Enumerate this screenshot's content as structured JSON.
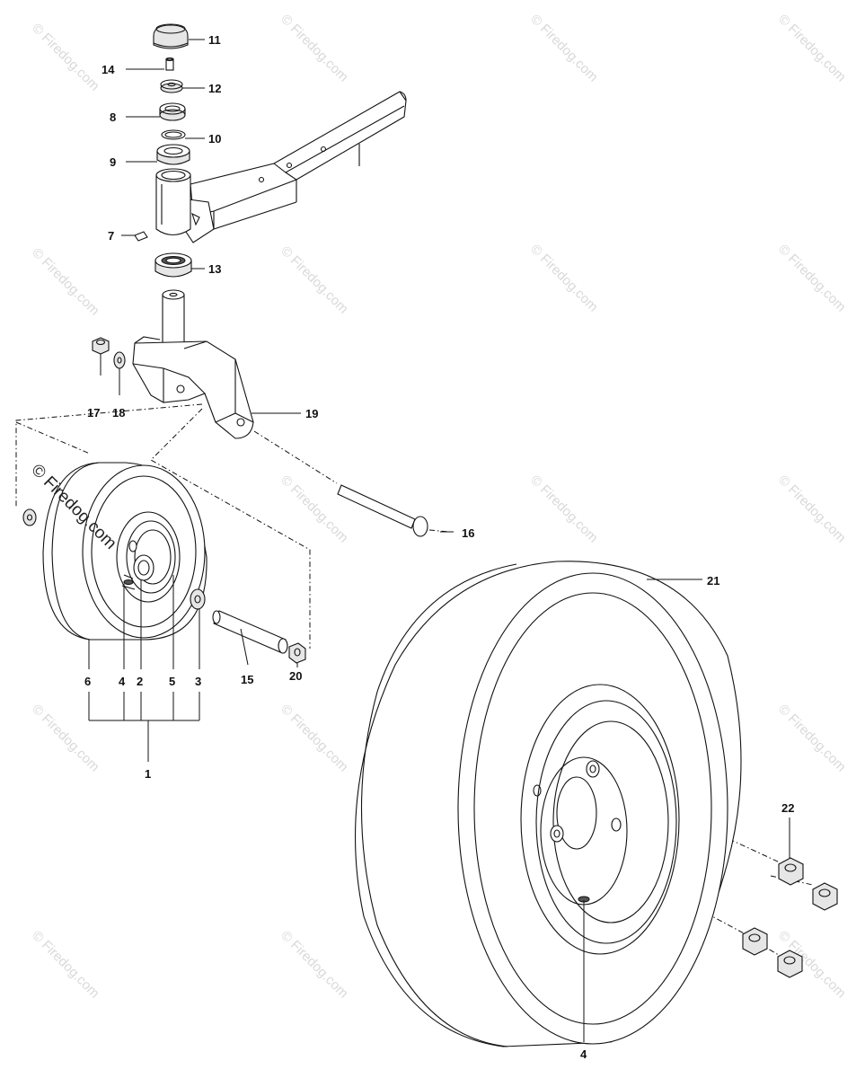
{
  "watermark": {
    "text": "© Firedog.com",
    "color": "#d9d9d9"
  },
  "watermark_main": {
    "text": "© Firedog.com"
  },
  "callouts": {
    "c1": "1",
    "c2": "2",
    "c3": "3",
    "c4a": "4",
    "c4b": "4",
    "c5": "5",
    "c6": "6",
    "c7": "7",
    "c8": "8",
    "c9": "9",
    "c10": "10",
    "c11": "11",
    "c12": "12",
    "c13": "13",
    "c14": "14",
    "c15": "15",
    "c16": "16",
    "c17": "17",
    "c18": "18",
    "c19": "19",
    "c20": "20",
    "c21": "21",
    "c22": "22"
  },
  "icons": {
    "caster_wheel": "caster-wheel-icon",
    "drive_wheel": "drive-wheel-icon",
    "frame_arm": "frame-arm-icon",
    "caster_fork": "caster-fork-icon"
  }
}
